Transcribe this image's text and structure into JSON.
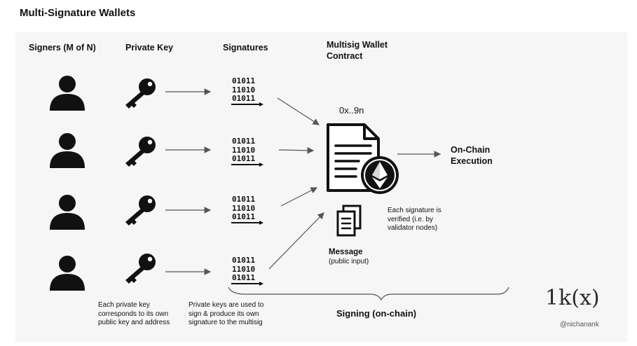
{
  "title": "Multi-Signature Wallets",
  "headers": {
    "signers": "Signers (M of N)",
    "private_key": "Private Key",
    "signatures": "Signatures",
    "contract_line1": "Multisig Wallet",
    "contract_line2": "Contract"
  },
  "signature_bits": [
    "01011",
    "11010",
    "01011"
  ],
  "contract_address": "0x..9n",
  "onchain": {
    "line1": "On-Chain",
    "line2": "Execution"
  },
  "verify_note": "Each signature is verified (i.e. by validator nodes)",
  "message": {
    "title": "Message",
    "subtitle": "(public input)"
  },
  "notes": {
    "private_key": "Each private key corresponds to its own public key and address",
    "signatures": "Private keys are used to sign & produce its own signature to the multisig"
  },
  "signing_label": "Signing (on-chain)",
  "brand": {
    "logo": "1k(x)",
    "handle": "@nichanank"
  },
  "colors": {
    "ink": "#111111",
    "arrow": "#555555",
    "panel": "#f6f6f6"
  },
  "icons": {
    "signer": "person-icon",
    "key": "key-icon",
    "contract": "document-ethereum-icon",
    "message": "documents-icon"
  }
}
